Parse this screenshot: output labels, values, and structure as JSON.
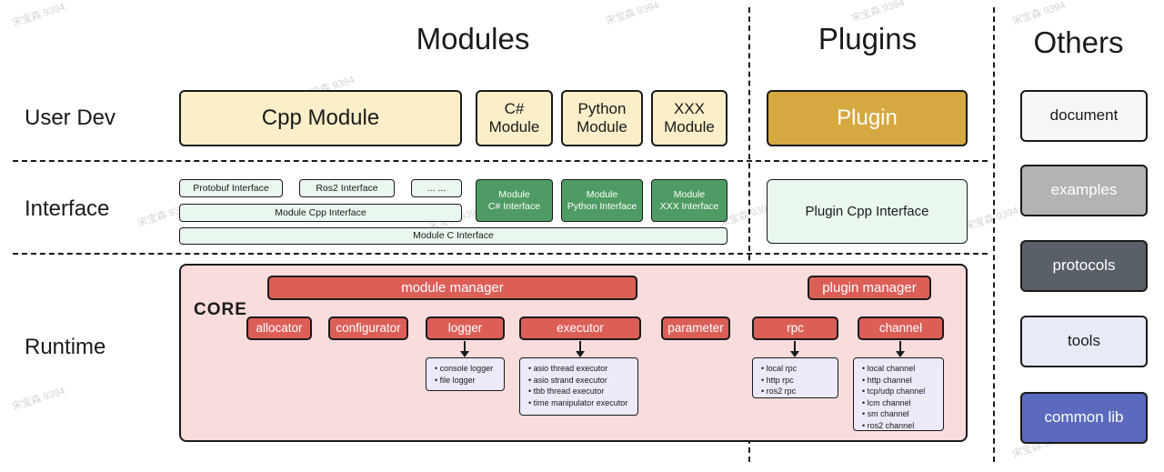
{
  "watermark": {
    "text": "宋宝森 9394"
  },
  "sections": {
    "modules_title": "Modules",
    "plugins_title": "Plugins",
    "others_title": "Others",
    "user_dev_label": "User Dev",
    "interface_label": "Interface",
    "runtime_label": "Runtime"
  },
  "user_dev": {
    "cpp_module": "Cpp Module",
    "csharp_module": {
      "line1": "C#",
      "line2": "Module"
    },
    "python_module": {
      "line1": "Python",
      "line2": "Module"
    },
    "xxx_module": {
      "line1": "XXX",
      "line2": "Module"
    },
    "plugin": "Plugin"
  },
  "interface": {
    "protobuf": "Protobuf Interface",
    "ros2": "Ros2 Interface",
    "ellipsis": "... ...",
    "module_cpp": "Module Cpp Interface",
    "module_c": "Module C Interface",
    "module_csharp": {
      "line1": "Module",
      "line2": "C# Interface"
    },
    "module_python": {
      "line1": "Module",
      "line2": "Python Interface"
    },
    "module_xxx": {
      "line1": "Module",
      "line2": "XXX Interface"
    },
    "plugin_cpp": "Plugin Cpp Interface"
  },
  "runtime": {
    "core_label": "CORE",
    "module_manager": "module manager",
    "plugin_manager": "plugin manager",
    "components": [
      "allocator",
      "configurator",
      "logger",
      "executor",
      "parameter",
      "rpc",
      "channel"
    ],
    "logger_items": [
      "console logger",
      "file logger"
    ],
    "executor_items": [
      "asio thread executor",
      "asio strand executor",
      "tbb thread executor",
      "time manipulator executor"
    ],
    "rpc_items": [
      "local rpc",
      "http rpc",
      "ros2 rpc"
    ],
    "channel_items": [
      "local channel",
      "http channel",
      "tcp/udp channel",
      "lcm channel",
      "sm channel",
      "ros2 channel"
    ]
  },
  "others": {
    "items": [
      {
        "label": "document",
        "bg": "#f6f6f4",
        "fg": "#1a1a1a"
      },
      {
        "label": "examples",
        "bg": "#b3b3b3",
        "fg": "#ffffff"
      },
      {
        "label": "protocols",
        "bg": "#5a6068",
        "fg": "#ffffff"
      },
      {
        "label": "tools",
        "bg": "#e8ebf7",
        "fg": "#1a1a1a"
      },
      {
        "label": "common lib",
        "bg": "#5b6abf",
        "fg": "#ffffff"
      }
    ]
  },
  "colors": {
    "cream": "#fbefc9",
    "gold": "#d6a840",
    "light_green": "#e9f7ee",
    "green": "#4e9b63",
    "pink": "#fbdcdc",
    "red": "#dc5f57",
    "lavender": "#ece9f8",
    "border": "#1a1a1a"
  }
}
